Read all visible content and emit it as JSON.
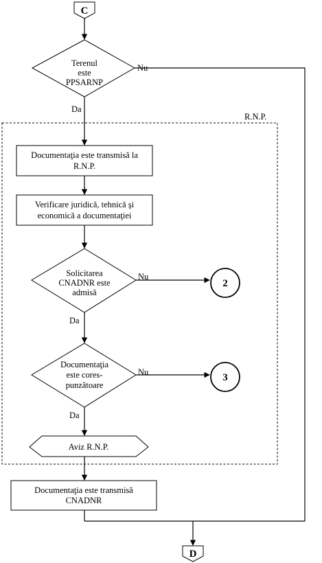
{
  "connectors": {
    "start": "C",
    "end": "D"
  },
  "region": {
    "label": "R.N.P."
  },
  "decisions": [
    {
      "lines": [
        "Terenul",
        "este",
        "PPSARNP"
      ],
      "yes": "Da",
      "no": "Nu"
    },
    {
      "lines": [
        "Solicitarea",
        "CNADNR este",
        "admisă"
      ],
      "yes": "Da",
      "no": "Nu"
    },
    {
      "lines": [
        "Documentaţia",
        "este cores-",
        "punzătoare"
      ],
      "yes": "Da",
      "no": "Nu"
    }
  ],
  "processes": [
    {
      "lines": [
        "Documentaţia este transmisă la",
        "R.N.P."
      ]
    },
    {
      "lines": [
        "Verificare juridică, tehnică şi",
        "economică a documentaţiei"
      ]
    },
    {
      "lines": [
        "Documentaţia este transmisă",
        "CNADNR"
      ]
    }
  ],
  "output": {
    "label": "Aviz R.N.P."
  },
  "exits": [
    "2",
    "3"
  ],
  "colors": {
    "stroke": "#000000",
    "background": "#ffffff"
  }
}
